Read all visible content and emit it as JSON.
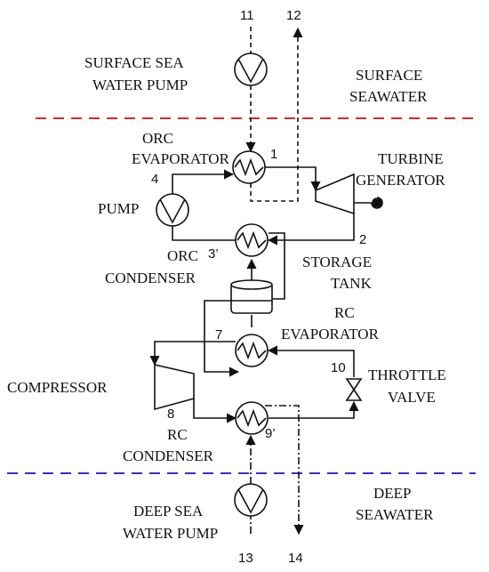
{
  "colors": {
    "surface": "#d42a2a",
    "deep": "#2a34c8",
    "line": "#111111"
  },
  "labels": {
    "surface_pump": [
      "SURFACE SEA",
      "WATER PUMP"
    ],
    "surface_region": [
      "SURFACE",
      "SEAWATER"
    ],
    "orc_evaporator": [
      "ORC",
      "EVAPORATOR"
    ],
    "turbine_generator": [
      "TURBINE",
      "GENERATOR"
    ],
    "pump": "PUMP",
    "orc_condenser": [
      "ORC",
      "CONDENSER"
    ],
    "storage_tank": [
      "STORAGE",
      "TANK"
    ],
    "rc_evaporator": [
      "RC",
      "EVAPORATOR"
    ],
    "compressor": "COMPRESSOR",
    "throttle_valve": [
      "THROTTLE",
      "VALVE"
    ],
    "rc_condenser": [
      "RC",
      "CONDENSER"
    ],
    "deep_pump": [
      "DEEP SEA",
      "WATER PUMP"
    ],
    "deep_region": [
      "DEEP",
      "SEAWATER"
    ]
  },
  "states": {
    "s1": "1",
    "s2": "2",
    "s3": "3’",
    "s4": "4",
    "s7": "7",
    "s8": "8",
    "s9": "9’",
    "s10": "10",
    "s11": "11",
    "s12": "12",
    "s13": "13",
    "s14": "14"
  }
}
